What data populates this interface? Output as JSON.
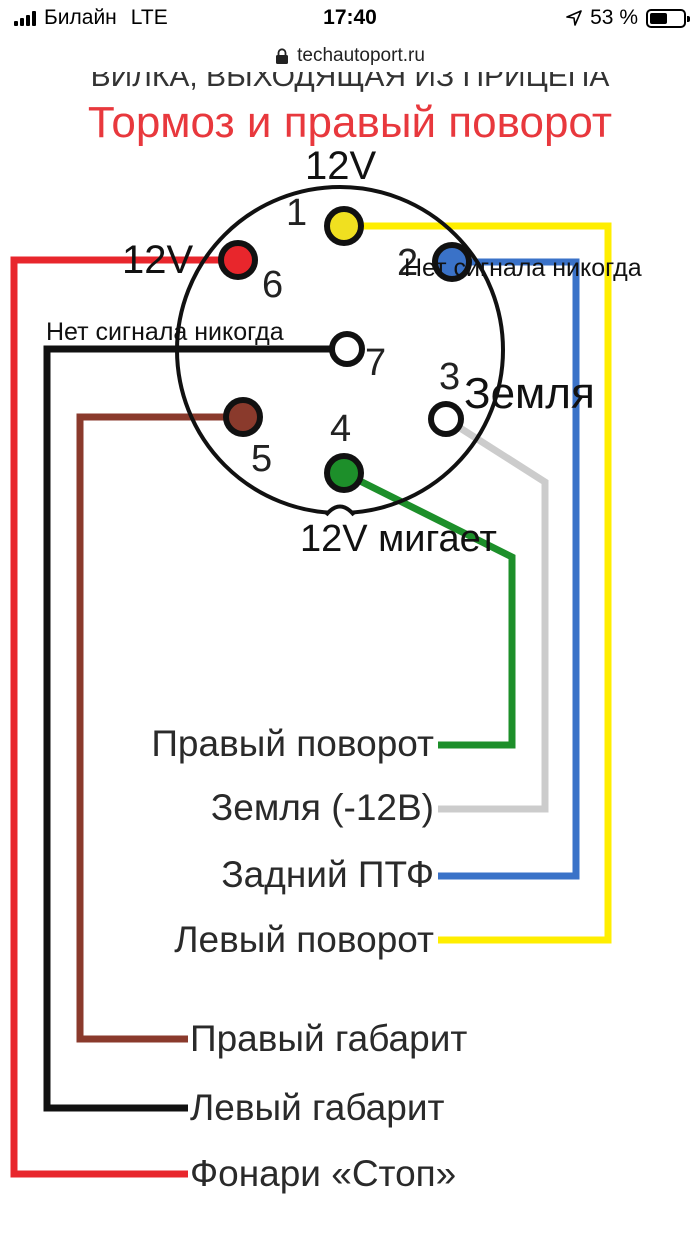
{
  "status_bar": {
    "carrier": "Билайн",
    "network": "LTE",
    "time": "17:40",
    "battery_percent": "53 %",
    "battery_level": 0.53,
    "icons": [
      "signal-bars-icon",
      "location-arrow-icon",
      "battery-icon"
    ]
  },
  "browser": {
    "url": "techautoport.ru",
    "icons": [
      "lock-icon"
    ]
  },
  "diagram": {
    "background_heading": "ВИЛКА, ВЫХОДЯЩАЯ ИЗ ПРИЦЕПА",
    "title": "Тормоз и правый поворот",
    "pins": [
      {
        "number": "1",
        "color": "#f0e020"
      },
      {
        "number": "2",
        "color": "#3a72c8"
      },
      {
        "number": "3",
        "color": "#ffffff"
      },
      {
        "number": "4",
        "color": "#1d8f2a"
      },
      {
        "number": "5",
        "color": "#8a3a2c"
      },
      {
        "number": "6",
        "color": "#e8262c"
      },
      {
        "number": "7",
        "color": "#ffffff"
      }
    ],
    "annotations": {
      "pin1": "12V",
      "pin6": "12V",
      "pin2": "Нет сигнала никогда",
      "pin7": "Нет сигнала никогда",
      "pin3": "Земля",
      "pin4": "12V мигает"
    },
    "legend": {
      "right_turn": "Правый поворот",
      "ground": "Земля (-12В)",
      "rear_fog": "Задний ПТФ",
      "left_turn": "Левый поворот",
      "right_marker": "Правый габарит",
      "left_marker": "Левый габарит",
      "stop_lights": "Фонари «Стоп»"
    },
    "wire_colors": {
      "yellow": "#ffee00",
      "blue": "#3a72c8",
      "gray": "#cccccc",
      "green": "#1d8f2a",
      "brown": "#8a3a2c",
      "red": "#e8262c",
      "black": "#111111"
    }
  }
}
